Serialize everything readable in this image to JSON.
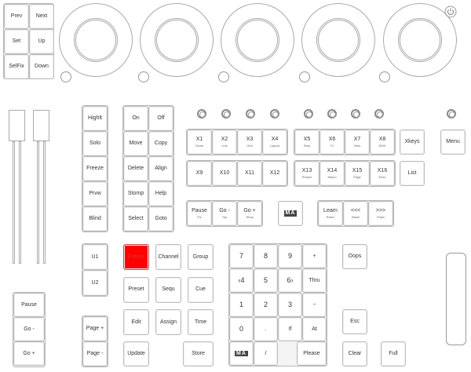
{
  "nav": {
    "prev": "Prev",
    "next": "Next",
    "set": "Set",
    "up": "Up",
    "selfix": "SelFix",
    "down": "Down"
  },
  "col1": [
    "Highlt",
    "Solo",
    "Freeze",
    "Prvw",
    "Blind"
  ],
  "col2": [
    [
      "On",
      "Off"
    ],
    [
      "Move",
      "Copy"
    ],
    [
      "Delete",
      "Align"
    ],
    [
      "Stomp",
      "Help"
    ],
    [
      "Select",
      "Goto"
    ]
  ],
  "xkeys1": [
    {
      "l": "X1",
      "s": "Clone"
    },
    {
      "l": "X2",
      "s": "Link"
    },
    {
      "l": "X3",
      "s": "Grid"
    },
    {
      "l": "X4",
      "s": "Layout"
    }
  ],
  "xkeys2": [
    {
      "l": "X5",
      "s": "Step"
    },
    {
      "l": "X6",
      "s": "TC"
    },
    {
      "l": "X7",
      "s": "View"
    },
    {
      "l": "X8",
      "s": "DMX"
    }
  ],
  "xkeys3": [
    {
      "l": "X9",
      "s": ""
    },
    {
      "l": "X10",
      "s": ""
    },
    {
      "l": "X11",
      "s": ""
    },
    {
      "l": "X12",
      "s": ""
    }
  ],
  "xkeys4": [
    {
      "l": "X13",
      "s": "Phaser"
    },
    {
      "l": "X14",
      "s": "Macro"
    },
    {
      "l": "X15",
      "s": "Page"
    },
    {
      "l": "X16",
      "s": "Exec"
    }
  ],
  "xkeys_label": "Xkeys",
  "list": "List",
  "menu": "Menu",
  "playback": [
    {
      "l": "Pause",
      "s": "Fix"
    },
    {
      "l": "Go -",
      "s": "Top"
    },
    {
      "l": "Go +",
      "s": "Temp"
    }
  ],
  "ma": "MA",
  "learn": [
    {
      "l": "Learn",
      "s": "Rate1"
    },
    {
      "l": "<<<",
      "s": "Black"
    },
    {
      "l": ">>>",
      "s": "Flash"
    }
  ],
  "user": [
    "U1",
    "U2"
  ],
  "page": [
    "Page +",
    "Page -"
  ],
  "left_pb": [
    "Pause",
    "Go -",
    "Go +"
  ],
  "cmd": [
    [
      "Fixture",
      "Channel",
      "Group"
    ],
    [
      "Preset",
      "Sequ",
      "Cue"
    ],
    [
      "Edit",
      "Assign",
      "Time"
    ]
  ],
  "update": "Update",
  "store": "Store",
  "keypad": [
    [
      "7",
      "8",
      "9",
      "+"
    ],
    [
      "‹4",
      "5",
      "6›",
      "Thru"
    ],
    [
      "1",
      "2",
      "3",
      "−"
    ],
    [
      "0",
      ".",
      "If",
      "At"
    ]
  ],
  "slash": "/",
  "please": "Please",
  "oops": "Oops",
  "esc": "Esc",
  "clear": "Clear",
  "full": "Full",
  "colors": {
    "active": "#ff0000"
  }
}
